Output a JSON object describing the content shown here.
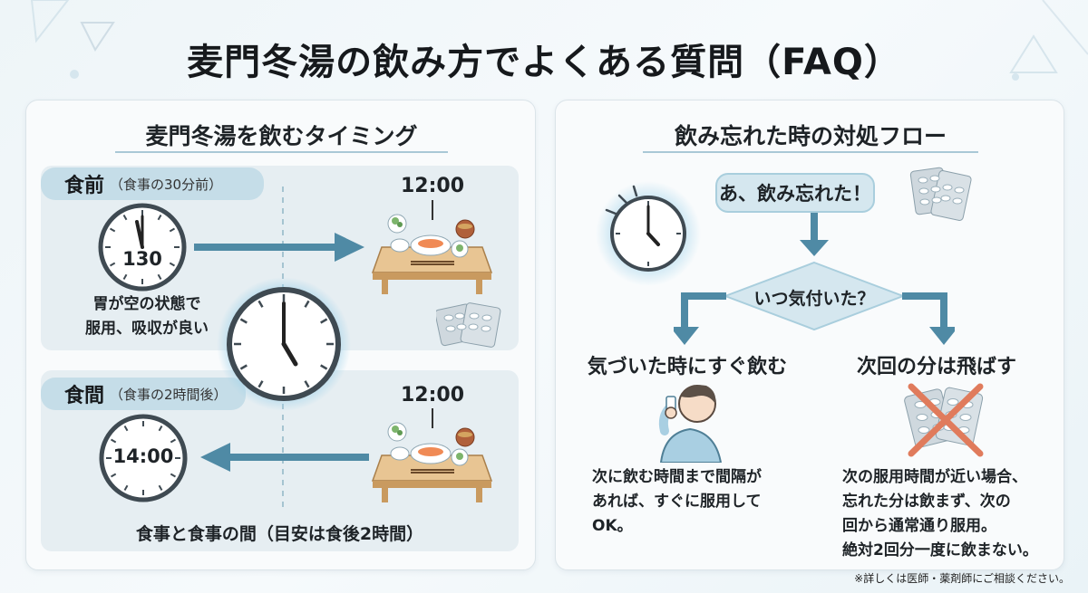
{
  "title": "麦門冬湯の飲み方でよくある質問（FAQ）",
  "left_panel": {
    "title": "麦門冬湯を飲むタイミング",
    "before_meal": {
      "tag": "食前",
      "tag_note": "（食事の30分前）",
      "clock_label": "130",
      "meal_time": "12:00",
      "description_line1": "胃が空の状態で",
      "description_line2": "服用、吸収が良い"
    },
    "between_meals": {
      "tag": "食間",
      "tag_note": "（食事の2時間後）",
      "clock_label": "14:00",
      "meal_time": "12:00",
      "description": "食事と食事の間（目安は食後2時間）"
    }
  },
  "right_panel": {
    "title": "飲み忘れた時の対処フロー",
    "start": "あ、飲み忘れた！",
    "question": "いつ気付いた？",
    "branch_left": {
      "label": "気づいた時にすぐ飲む",
      "line1": "次に飲む時間まで間隔が",
      "line2": "あれば、すぐに服用して",
      "line3": "OK。"
    },
    "branch_right": {
      "label": "次回の分は飛ばす",
      "line1": "次の服用時間が近い場合、",
      "line2": "忘れた分は飲まず、次の",
      "line3": "回から通常通り服用。",
      "line4": "絶対2回分一度に飲まない。"
    }
  },
  "footnote": "※詳しくは医師・薬剤師にご相談ください。",
  "colors": {
    "accent": "#4f8aa5",
    "arrow": "#4f8aa5",
    "card": "#e6eef2",
    "tag": "#c5dde8",
    "cross": "#e07b5c"
  }
}
